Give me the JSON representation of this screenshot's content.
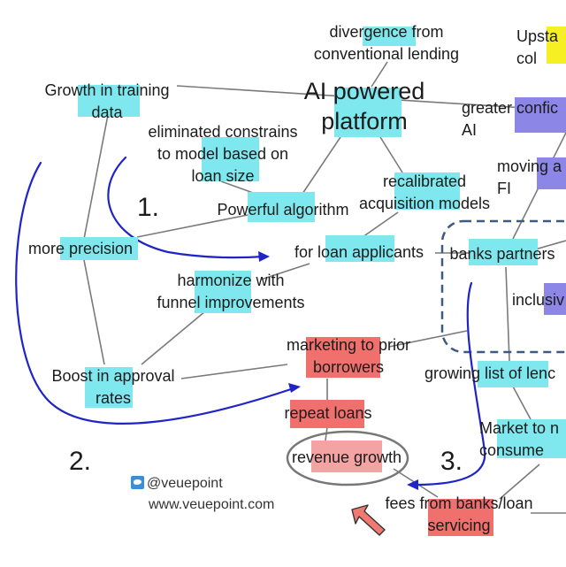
{
  "nodes": {
    "divergence": "divergence from\nconventional lending",
    "upstart": "Upsta\ncol",
    "growth_training": "Growth in training\ndata",
    "ai_platform": "AI powered\nplatform",
    "greater_confidence": "greater confic\nAI",
    "eliminated": "eliminated constrains\nto model based on\nloan size",
    "recalibrated": "recalibrated\nacquisition models",
    "moving": "moving a\nFI",
    "powerful_algorithm": "Powerful algorithm",
    "more_precision": "more precision",
    "loan_applicants": "for loan applicants",
    "bank_partners": "banks partners",
    "harmonize": "harmonize with\nfunnel improvements",
    "inclusive": "inclusiv",
    "marketing": "marketing to prior\nborrowers",
    "boost": "Boost in approval\nrates",
    "growing_list": "growing list of lenc",
    "repeat_loans": "repeat loans",
    "market": "Market to n\nconsume",
    "revenue": "revenue growth",
    "fees": "fees from banks/loan\nservicing"
  },
  "steps": {
    "one": "1.",
    "two": "2.",
    "three": "3."
  },
  "credits": {
    "twitter": "@veuepoint",
    "website": "www.veuepoint.com"
  },
  "colors": {
    "cyan": "#7fe8ee",
    "red": "#f0706e",
    "pink": "#f4a3a3",
    "violet": "#8c86e6",
    "yellow": "#f6ef23",
    "arrow_blue": "#1f24c8",
    "group_border": "#3c5a82"
  },
  "icons": {
    "twitter": "twitter-icon",
    "pointer": "red-arrow-icon"
  }
}
